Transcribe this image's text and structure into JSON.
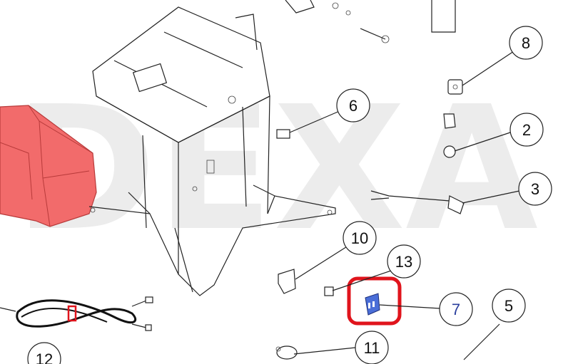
{
  "watermark": {
    "text": "DEXA",
    "color": "#ececec"
  },
  "callouts": [
    {
      "id": "c6",
      "label": "6"
    },
    {
      "id": "c8",
      "label": "8"
    },
    {
      "id": "c2",
      "label": "2"
    },
    {
      "id": "c3",
      "label": "3"
    },
    {
      "id": "c10",
      "label": "10"
    },
    {
      "id": "c13",
      "label": "13"
    },
    {
      "id": "c7",
      "label": "7",
      "highlighted": true,
      "color": "#2b3f9e"
    },
    {
      "id": "c5",
      "label": "5"
    },
    {
      "id": "c11",
      "label": "11"
    },
    {
      "id": "c12",
      "label": "12"
    }
  ],
  "colors": {
    "highlight_box": "#e0141c",
    "red_part": "#f26b6b",
    "selected_part": "#4a6ed8"
  }
}
